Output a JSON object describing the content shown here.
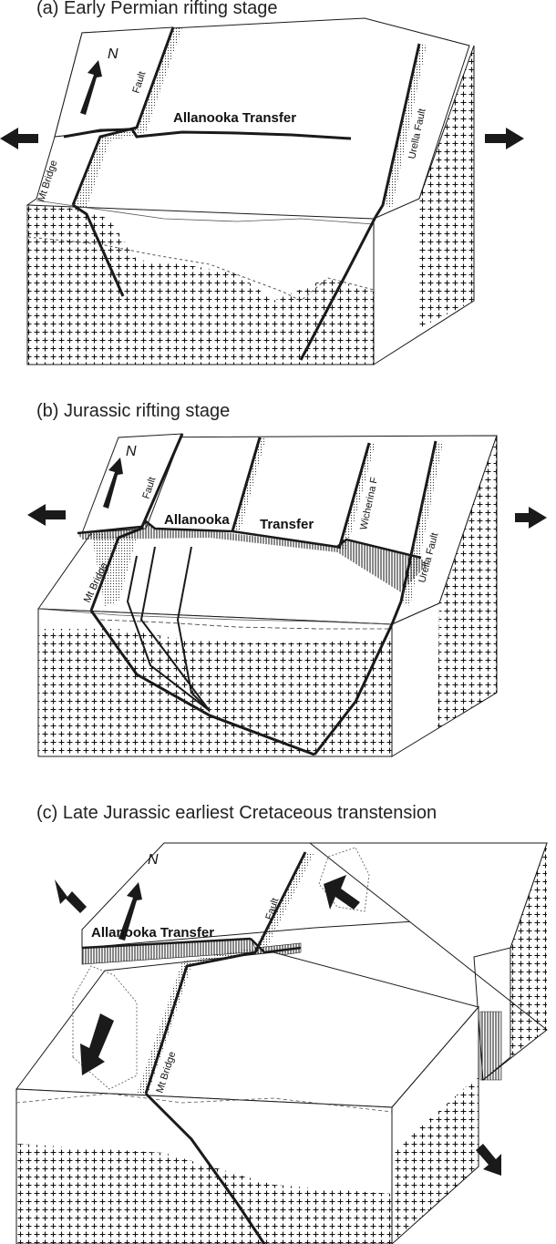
{
  "panels": {
    "a": {
      "title": "(a) Early Permian rifting stage",
      "fault_label": "Fault",
      "transfer_label": "Allanooka Transfer",
      "mt_bridge_label": "Mt Bridge",
      "urella_label": "Urella  Fault",
      "north_label": "N"
    },
    "b": {
      "title": "(b) Jurassic rifting stage",
      "fault_label": "Fault",
      "transfer_label_1": "Allanooka",
      "transfer_label_2": "Transfer",
      "mt_bridge_label": "Mt Bridge",
      "wicherina_label": "Wicherina F",
      "urella_label": "Urella  Fault",
      "north_label": "N"
    },
    "c": {
      "title": "(c) Late Jurassic earliest Cretaceous transtension",
      "fault_label": "Fault",
      "transfer_label": "Allanooka Transfer",
      "mt_bridge_label": "Mt Bridge",
      "north_label": "N"
    }
  },
  "colors": {
    "ink": "#1a1a1a",
    "basement_pattern": "#111111",
    "face": "#ffffff"
  }
}
